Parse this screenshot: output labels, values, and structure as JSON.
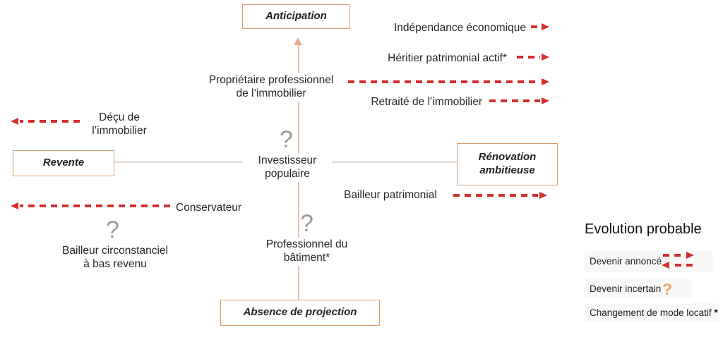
{
  "axes": {
    "top": "Anticipation",
    "bottom": "Absence de projection",
    "left": "Revente",
    "right": "Rénovation ambitieuse"
  },
  "center_profile": "Investisseur populaire",
  "profiles": {
    "proprietaire_professionnel": "Propriétaire professionnel de l’immobilier",
    "independance_economique": "Indépendance économique",
    "heritier_patrimonial": "Héritier patrimonial actif*",
    "retraite_immobilier": "Retraité de l’immobilier",
    "decu_immobilier": "Déçu de l’immobilier",
    "conservateur": "Conservateur",
    "bailleur_patrimonial": "Bailleur patrimonial",
    "bailleur_circonstanciel": "Bailleur circonstanciel à bas revenu",
    "professionnel_batiment": "Professionnel du bâtiment*"
  },
  "symbols": {
    "question_mark": "?",
    "asterisk": "*"
  },
  "legend": {
    "title": "Evolution probable",
    "items": [
      {
        "label": "Devenir annoncé",
        "symbol": "dashed-arrows-both-directions"
      },
      {
        "label": "Devenir incertain",
        "symbol": "orange-question-mark"
      },
      {
        "label": "Changement de mode locatif",
        "symbol": "asterisk"
      }
    ]
  },
  "colors": {
    "arrow_red": "#d32f2f",
    "box_border": "#d49c72",
    "axis_vertical": "#e6ab8e",
    "axis_horizontal": "#ddd6cc",
    "question_gray": "#9a9a9a",
    "question_orange": "#e9a668",
    "text_dark": "#262626"
  }
}
